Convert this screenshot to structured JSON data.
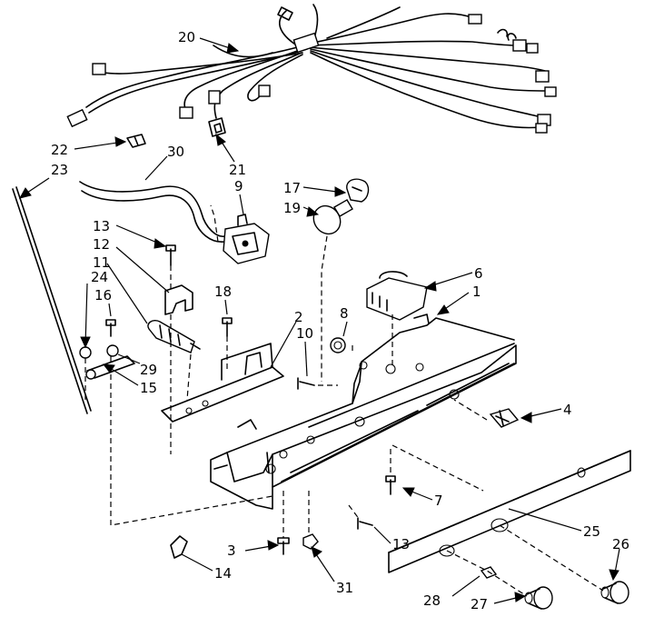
{
  "diagram": {
    "callouts": [
      {
        "id": "c20",
        "text": "20"
      },
      {
        "id": "c22",
        "text": "22"
      },
      {
        "id": "c23",
        "text": "23"
      },
      {
        "id": "c30",
        "text": "30"
      },
      {
        "id": "c21",
        "text": "21"
      },
      {
        "id": "c9",
        "text": "9"
      },
      {
        "id": "c17",
        "text": "17"
      },
      {
        "id": "c19",
        "text": "19"
      },
      {
        "id": "c13a",
        "text": "13"
      },
      {
        "id": "c12",
        "text": "12"
      },
      {
        "id": "c11",
        "text": "11"
      },
      {
        "id": "c24",
        "text": "24"
      },
      {
        "id": "c16",
        "text": "16"
      },
      {
        "id": "c18",
        "text": "18"
      },
      {
        "id": "c6",
        "text": "6"
      },
      {
        "id": "c1",
        "text": "1"
      },
      {
        "id": "c8",
        "text": "8"
      },
      {
        "id": "c2",
        "text": "2"
      },
      {
        "id": "c10",
        "text": "10"
      },
      {
        "id": "c29",
        "text": "29"
      },
      {
        "id": "c15",
        "text": "15"
      },
      {
        "id": "c4",
        "text": "4"
      },
      {
        "id": "c7",
        "text": "7"
      },
      {
        "id": "c25",
        "text": "25"
      },
      {
        "id": "c13b",
        "text": "13"
      },
      {
        "id": "c26",
        "text": "26"
      },
      {
        "id": "c3",
        "text": "3"
      },
      {
        "id": "c14",
        "text": "14"
      },
      {
        "id": "c31",
        "text": "31"
      },
      {
        "id": "c28",
        "text": "28"
      },
      {
        "id": "c27",
        "text": "27"
      }
    ]
  }
}
